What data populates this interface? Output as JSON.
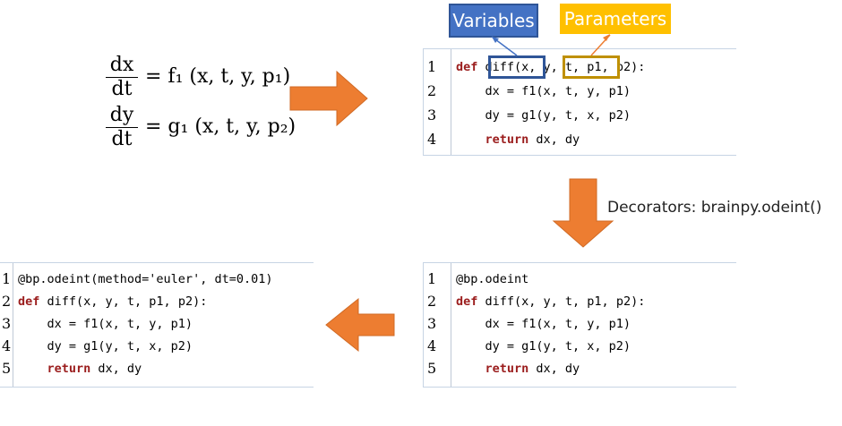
{
  "equations": {
    "eq1": {
      "num": "dx",
      "den": "dt",
      "rhs": "= f₁ (x, t, y, p₁)"
    },
    "eq2": {
      "num": "dy",
      "den": "dt",
      "rhs": "= g₁ (x, t, y, p₂)"
    }
  },
  "labels": {
    "variables": "Variables",
    "parameters": "Parameters",
    "decorators": "Decorators: brainpy.odeint()"
  },
  "colors": {
    "arrow": "#ed7d31",
    "variables_box": "#2f5597",
    "variables_tag": "#4472c4",
    "parameters_box": "#bf9000",
    "parameters_tag": "#ffc000"
  },
  "panel_top": {
    "numbers": [
      "1",
      "2",
      "3",
      "4"
    ],
    "lines": [
      {
        "kw": "def",
        "text": " diff(x, y, t, p1, p2):"
      },
      {
        "kw": "",
        "text": "    dx = f1(x, t, y, p1)"
      },
      {
        "kw": "",
        "text": "    dy = g1(y, t, x, p2)"
      },
      {
        "kw": "    return",
        "text": " dx, dy"
      }
    ]
  },
  "panel_mid": {
    "numbers": [
      "1",
      "2",
      "3",
      "4",
      "5"
    ],
    "lines": [
      {
        "kw": "",
        "text": "@bp.odeint"
      },
      {
        "kw": "def",
        "text": " diff(x, y, t, p1, p2):"
      },
      {
        "kw": "",
        "text": "    dx = f1(x, t, y, p1)"
      },
      {
        "kw": "",
        "text": "    dy = g1(y, t, x, p2)"
      },
      {
        "kw": "    return",
        "text": " dx, dy"
      }
    ]
  },
  "panel_left": {
    "numbers": [
      "1",
      "2",
      "3",
      "4",
      "5"
    ],
    "lines": [
      {
        "kw": "",
        "text": "@bp.odeint(method='euler', dt=0.01)"
      },
      {
        "kw": "def",
        "text": " diff(x, y, t, p1, p2):"
      },
      {
        "kw": "",
        "text": "    dx = f1(x, t, y, p1)"
      },
      {
        "kw": "",
        "text": "    dy = g1(y, t, x, p2)"
      },
      {
        "kw": "    return",
        "text": " dx, dy"
      }
    ]
  }
}
